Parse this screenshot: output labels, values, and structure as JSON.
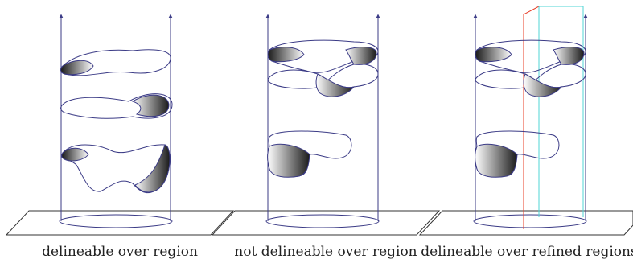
{
  "captions": [
    "delineable over region",
    "not delineable over region",
    "delineable over refined regions"
  ],
  "colors": {
    "axis": "#3b3b86",
    "plane": "#333333",
    "shade_dark": "#1a1a1a",
    "refine_red": "#e8402a",
    "refine_cyan": "#4fd6d6"
  }
}
